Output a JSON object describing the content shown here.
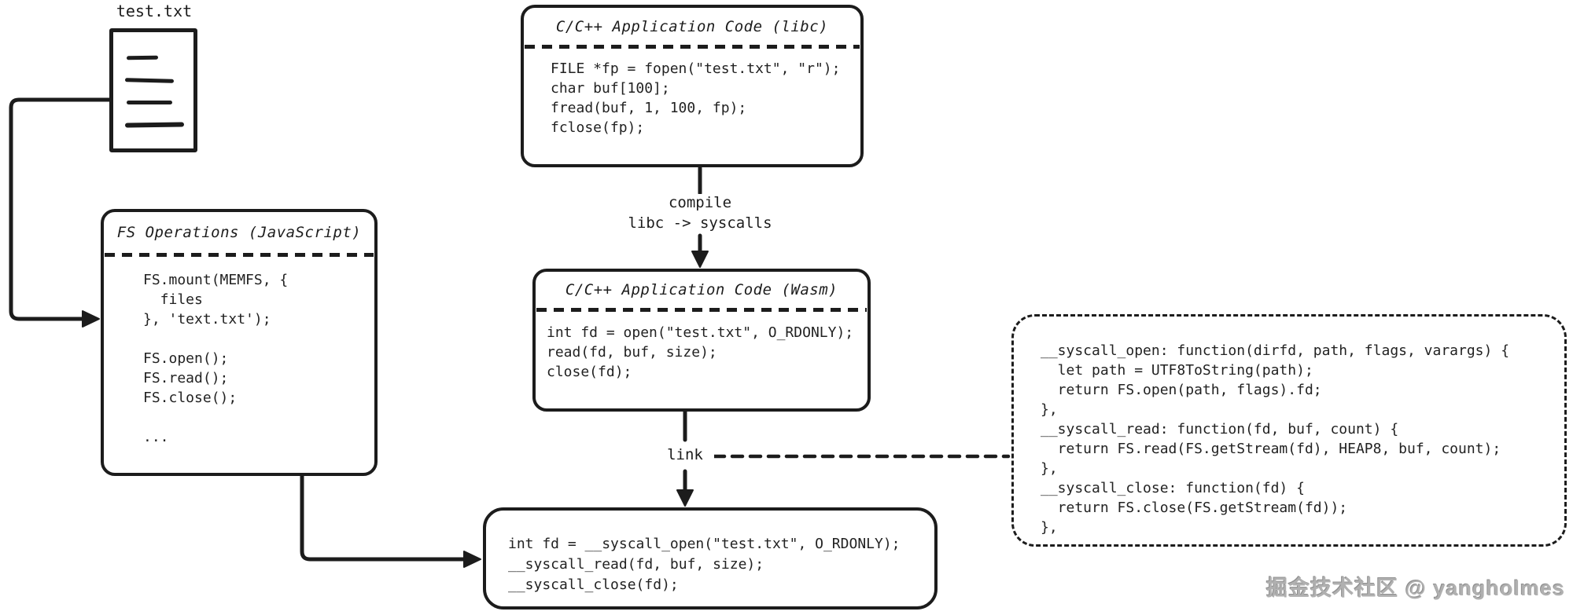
{
  "file": {
    "label": "test.txt"
  },
  "boxes": {
    "libc": {
      "title": "C/C++ Application Code (libc)",
      "code": [
        "FILE *fp = fopen(\"test.txt\", \"r\");",
        "char buf[100];",
        "fread(buf, 1, 100, fp);",
        "fclose(fp);"
      ]
    },
    "wasm": {
      "title": "C/C++ Application Code (Wasm)",
      "code": [
        "int fd = open(\"test.txt\", O_RDONLY);",
        "read(fd, buf, size);",
        "close(fd);"
      ]
    },
    "fs_ops": {
      "title": "FS Operations (JavaScript)",
      "code": [
        "FS.mount(MEMFS, {",
        "  files",
        "}, 'text.txt');",
        "",
        "FS.open();",
        "FS.read();",
        "FS.close();",
        "",
        "..."
      ]
    },
    "syscalls_js": {
      "code": [
        "__syscall_open: function(dirfd, path, flags, varargs) {",
        "  let path = UTF8ToString(path);",
        "  return FS.open(path, flags).fd;",
        "},",
        "__syscall_read: function(fd, buf, count) {",
        "  return FS.read(FS.getStream(fd), HEAP8, buf, count);",
        "},",
        "__syscall_close: function(fd) {",
        "  return FS.close(FS.getStream(fd));",
        "},"
      ]
    },
    "wasm_syscalls": {
      "code": [
        "int fd = __syscall_open(\"test.txt\", O_RDONLY);",
        "__syscall_read(fd, buf, size);",
        "__syscall_close(fd);"
      ]
    }
  },
  "edge_labels": {
    "compile": "compile",
    "compile_sub": "libc -> syscalls",
    "link": "link"
  },
  "watermark": "掘金技术社区 @ yangholmes",
  "colors": {
    "stroke": "#1c1c1c",
    "background": "#ffffff",
    "watermark": "#b0b0b0"
  }
}
